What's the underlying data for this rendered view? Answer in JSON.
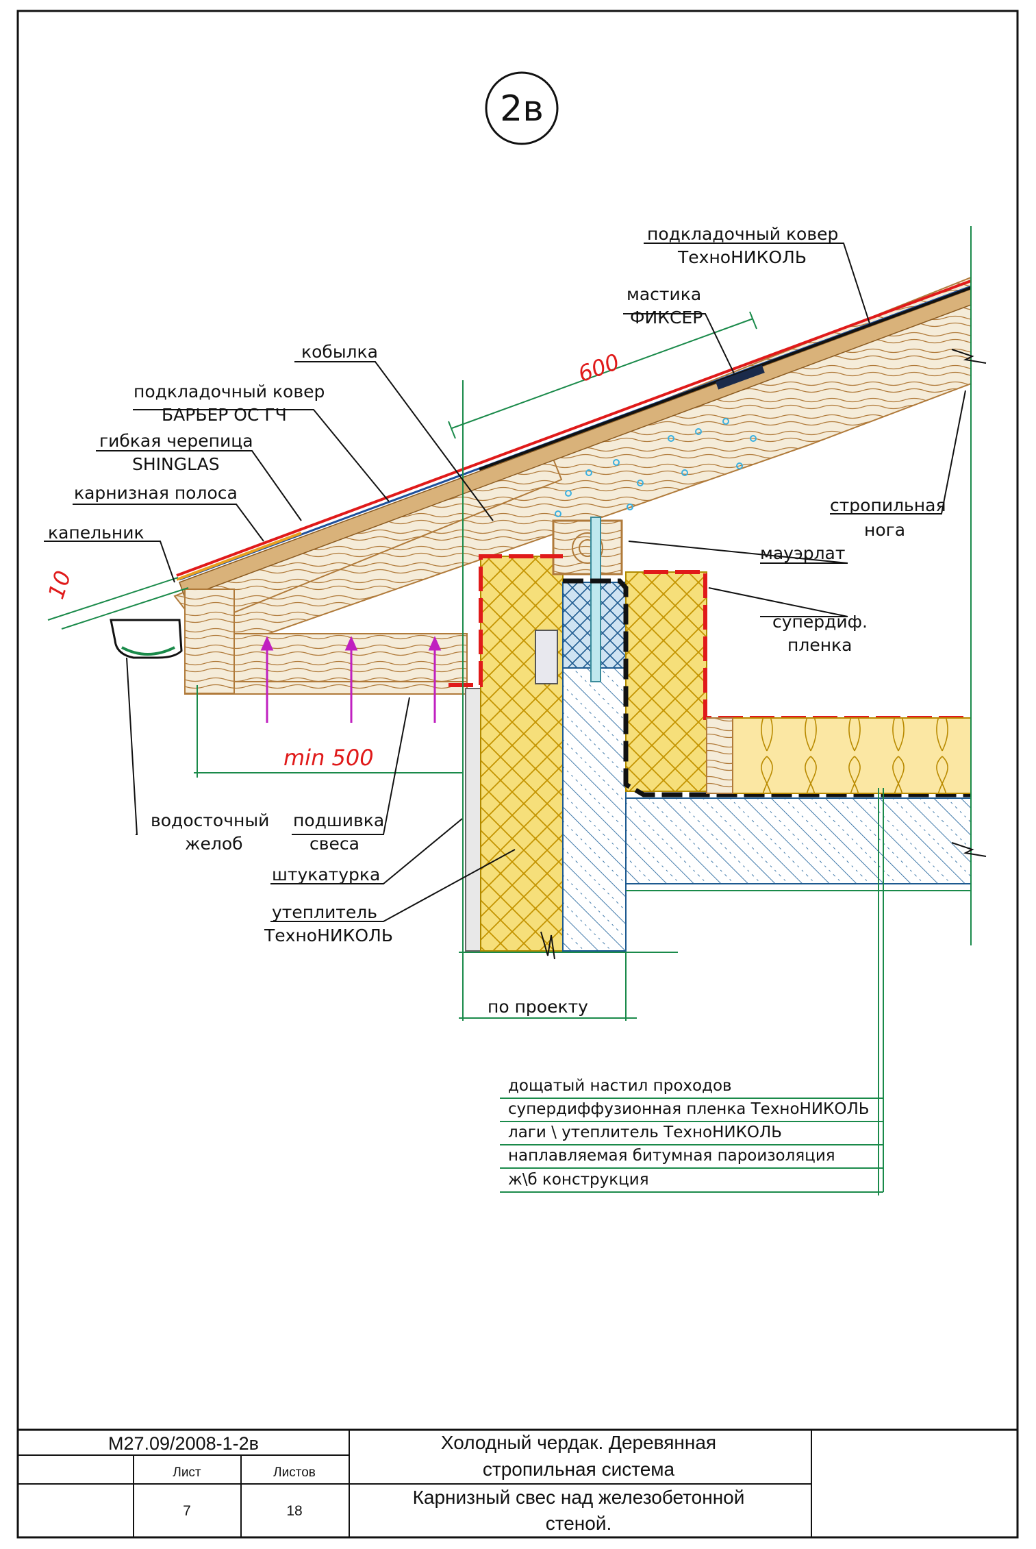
{
  "detail_mark": "2в",
  "labels": {
    "underlay_top_1": "подкладочный ковер",
    "underlay_top_2": "ТехноНИКОЛЬ",
    "mastic_1": "мастика",
    "mastic_2": "ФИКСЕР",
    "kobylka": "кобылка",
    "barrier_1": "подкладочный ковер",
    "barrier_2": "БАРЬЕР ОС ГЧ",
    "shingle_1": "гибкая черепица",
    "shingle_2": "SHINGLAS",
    "eaves_strip": "карнизная полоса",
    "drip": "капельник",
    "rafter_1": "стропильная",
    "rafter_2": "нога",
    "mauerlat": "мауэрлат",
    "membrane_1": "супердиф.",
    "membrane_2": "пленка",
    "gutter_1": "водосточный",
    "gutter_2": "желоб",
    "soffit_1": "подшивка",
    "soffit_2": "свеса",
    "plaster": "штукатурка",
    "insul_1": "утеплитель",
    "insul_2": "ТехноНИКОЛЬ",
    "by_project": "по проекту"
  },
  "dimensions": {
    "d600": "600",
    "d10": "10",
    "min500": "min 500"
  },
  "layers": [
    "дощатый настил проходов",
    "супердиффузионная пленка ТехноНИКОЛЬ",
    "лаги \\ утеплитель ТехноНИКОЛЬ",
    "наплавляемая битумная пароизоляция",
    "ж\\б конструкция"
  ],
  "title_block": {
    "code": "М27.09/2008-1-2в",
    "sheet_label": "Лист",
    "sheets_label": "Листов",
    "sheet": "7",
    "sheets": "18",
    "title_line1": "Холодный чердак. Деревянная",
    "title_line2": "стропильная система",
    "subtitle_line1": "Карнизный свес над железобетонной",
    "subtitle_line2": "стеной."
  },
  "colors": {
    "wood": "#b07a3a",
    "insulation": "#f2c400",
    "concrete": "#2a6aa0",
    "membrane": "#e01a1a",
    "dimension": "#e01a1a",
    "guide": "#1a8a4a",
    "arrow": "#c020c0"
  }
}
